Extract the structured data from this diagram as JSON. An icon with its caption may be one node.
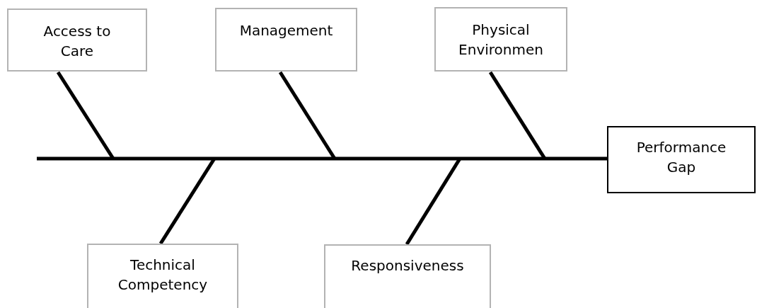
{
  "diagram": {
    "nodes": [
      {
        "text": [
          "Access to Care"
        ]
      },
      {
        "text": [
          "Management"
        ]
      },
      {
        "text": [
          "Physical Environmen"
        ]
      },
      {
        "text": [
          "Performance Gap"
        ]
      },
      {
        "text": [
          "Technical Competency"
        ]
      },
      {
        "text": [
          "Responsiveness"
        ]
      }
    ],
    "edges": [
      {
        "from": null,
        "to": 3,
        "arrow": "none"
      },
      {
        "from": 0,
        "to": null,
        "arrow": "none"
      },
      {
        "from": 1,
        "to": null,
        "arrow": "none"
      },
      {
        "from": 2,
        "to": null,
        "arrow": "none"
      },
      {
        "from": 4,
        "to": null,
        "arrow": "none"
      },
      {
        "from": 5,
        "to": null,
        "arrow": "none"
      }
    ]
  }
}
